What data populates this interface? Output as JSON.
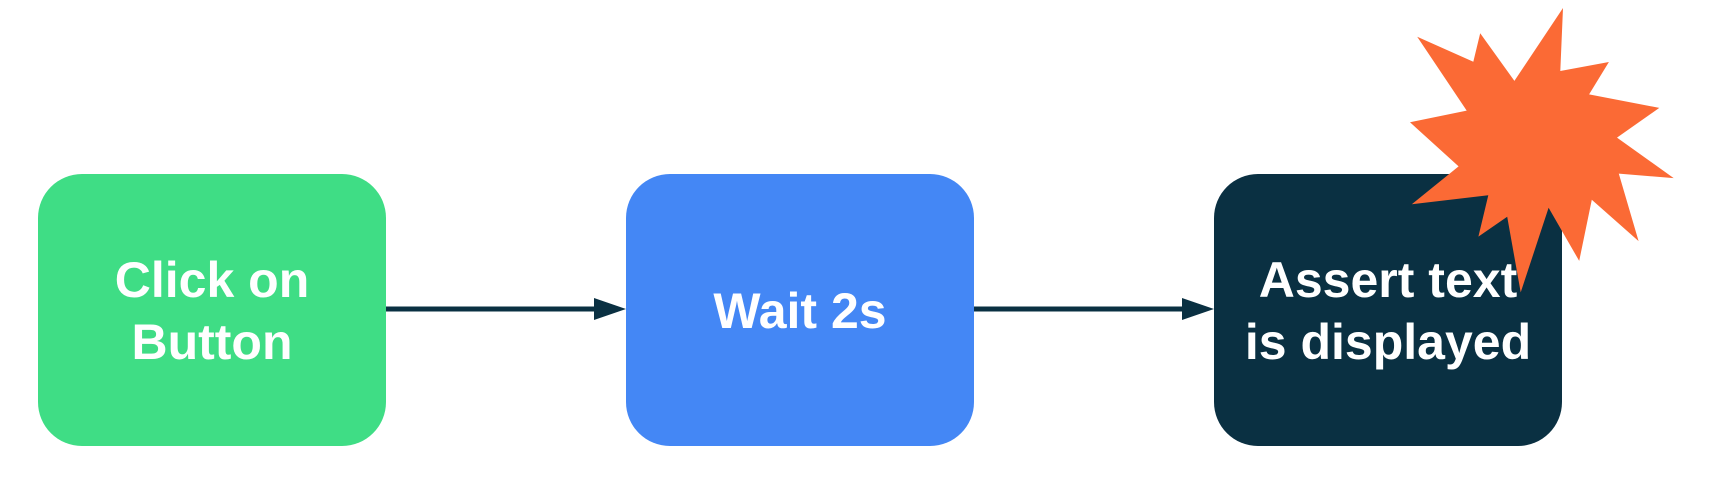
{
  "diagram": {
    "nodes": [
      {
        "id": "click",
        "lines": [
          "Click on",
          "Button"
        ],
        "color": "#3fdd85"
      },
      {
        "id": "wait",
        "lines": [
          "Wait 2s"
        ],
        "color": "#4487f5"
      },
      {
        "id": "assert",
        "lines": [
          "Assert text",
          "is displayed"
        ],
        "color": "#0a3042"
      }
    ],
    "edges": [
      {
        "from": "click",
        "to": "wait"
      },
      {
        "from": "wait",
        "to": "assert"
      }
    ],
    "arrow_color": "#0a3042",
    "burst_color": "#fb6a35"
  }
}
